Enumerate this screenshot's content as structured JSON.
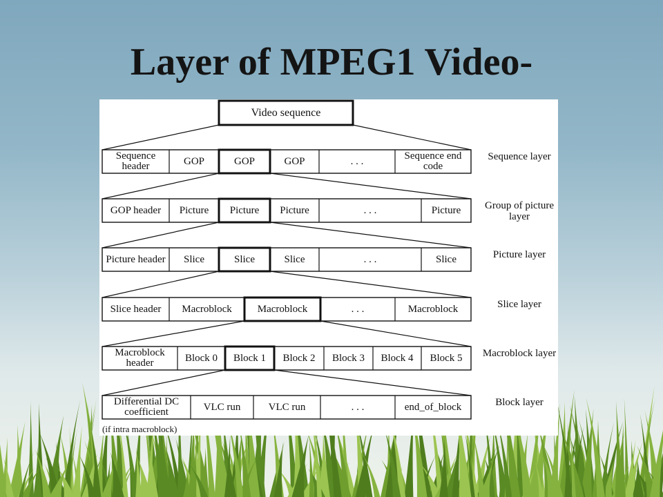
{
  "title": "Layer of  MPEG1 Video-",
  "diagram": {
    "top_box": "Video sequence",
    "rows": [
      {
        "cells": [
          "Sequence header",
          "GOP",
          "GOP",
          "GOP",
          ". . .",
          "Sequence end code"
        ],
        "highlight": 2,
        "layer_label": "Sequence layer"
      },
      {
        "cells": [
          "GOP header",
          "Picture",
          "Picture",
          "Picture",
          ". . .",
          "Picture"
        ],
        "highlight": 2,
        "layer_label": "Group of picture layer"
      },
      {
        "cells": [
          "Picture header",
          "Slice",
          "Slice",
          "Slice",
          ". . .",
          "Slice"
        ],
        "highlight": 2,
        "layer_label": "Picture layer"
      },
      {
        "cells": [
          "Slice header",
          "Macroblock",
          "Macroblock",
          ". . .",
          "Macroblock"
        ],
        "highlight": 2,
        "layer_label": "Slice layer"
      },
      {
        "cells": [
          "Macroblock header",
          "Block 0",
          "Block 1",
          "Block 2",
          "Block 3",
          "Block 4",
          "Block 5"
        ],
        "highlight": 2,
        "layer_label": "Macroblock layer"
      },
      {
        "cells": [
          "Differential DC coefficient",
          "VLC run",
          "VLC run",
          ". . .",
          "end_of_block"
        ],
        "highlight": -1,
        "layer_label": "Block layer"
      }
    ],
    "note": "(if intra macroblock)"
  },
  "colors": {
    "sky_top": "#7fa7bd",
    "grass": "#6f9e2e",
    "title": "#141414"
  }
}
